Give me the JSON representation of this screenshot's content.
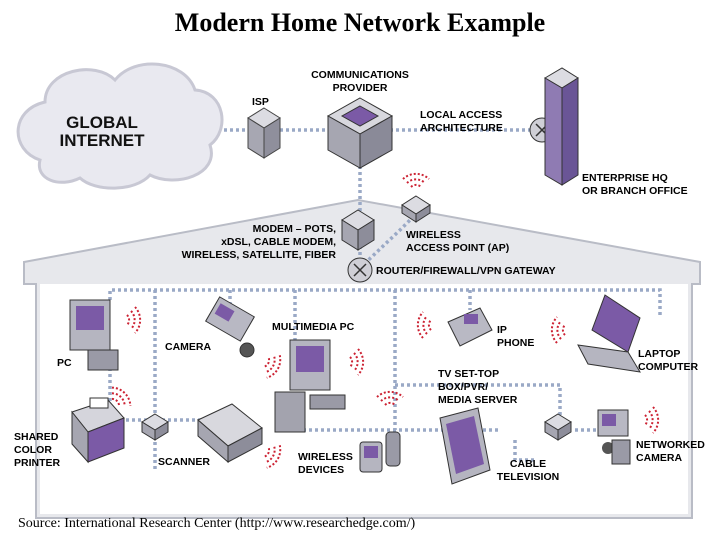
{
  "title": "Modern Home Network Example",
  "cloud": {
    "line1": "GLOBAL",
    "line2": "INTERNET"
  },
  "labels": {
    "isp": "ISP",
    "comm1": "COMMUNICATIONS",
    "comm2": "PROVIDER",
    "local1": "LOCAL ACCESS",
    "local2": "ARCHITECTURE",
    "ent1": "ENTERPRISE HQ",
    "ent2": "OR BRANCH OFFICE",
    "modem1": "MODEM – POTS,",
    "modem2": "xDSL, CABLE MODEM,",
    "modem3": "WIRELESS, SATELLITE, FIBER",
    "wap1": "WIRELESS",
    "wap2": "ACCESS POINT (AP)",
    "router": "ROUTER/FIREWALL/VPN GATEWAY",
    "pc": "PC",
    "camera": "CAMERA",
    "mmpc": "MULTIMEDIA PC",
    "ip1": "IP",
    "ip2": "PHONE",
    "laptop1": "LAPTOP",
    "laptop2": "COMPUTER",
    "tv1": "TV SET-TOP",
    "tv2": "BOX/PVR/",
    "tv3": "MEDIA SERVER",
    "printer1": "SHARED",
    "printer2": "COLOR",
    "printer3": "PRINTER",
    "scanner": "SCANNER",
    "wdev1": "WIRELESS",
    "wdev2": "DEVICES",
    "cable1": "CABLE",
    "cable2": "TELEVISION",
    "netcam1": "NETWORKED",
    "netcam2": "CAMERA"
  },
  "source": "Source: International Research Center (http://www.researchedge.com/)",
  "colors": {
    "device": "#c9c9d1",
    "accent": "#7b5aa6",
    "link": "#9aa9c6",
    "wave": "#cc2233",
    "house": "#e7e8ec"
  }
}
